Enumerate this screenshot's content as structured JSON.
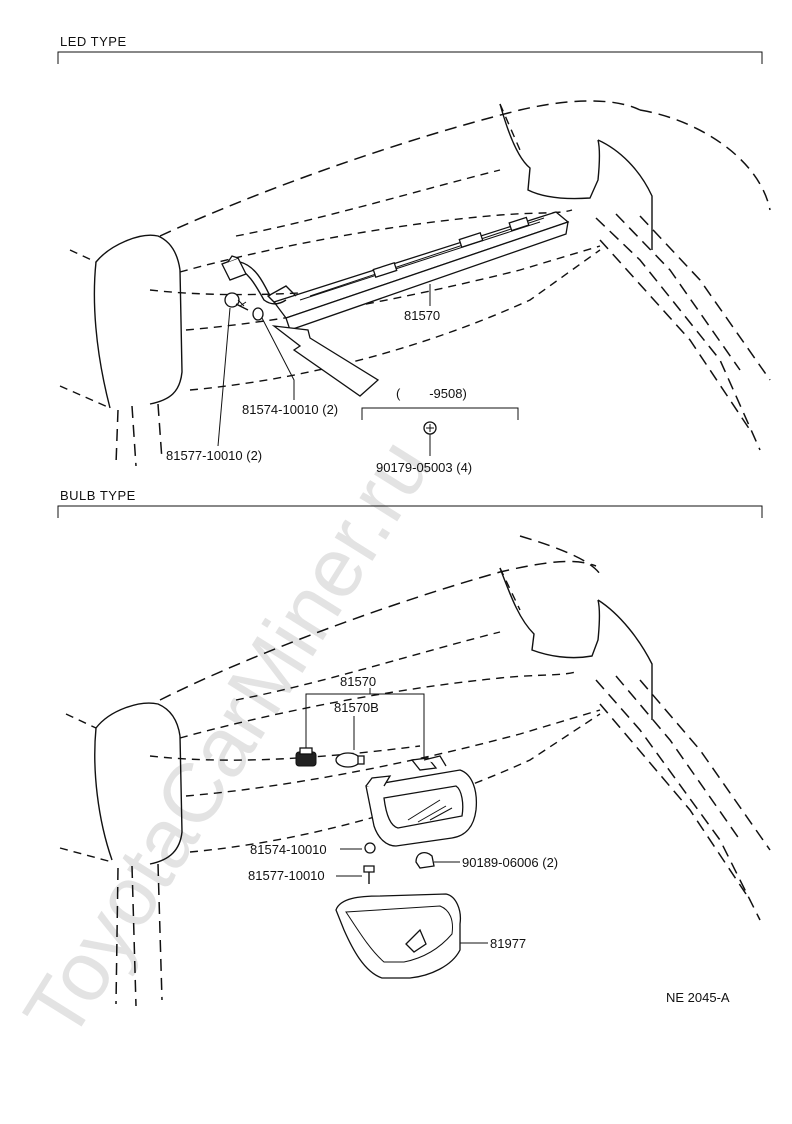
{
  "watermark": "ToyotaCarMiner.ru",
  "sections": {
    "led": {
      "title": "LED TYPE",
      "labels": {
        "lamp": "81570",
        "gasket": "81574-10010 (2)",
        "screw": "81577-10010 (2)",
        "date_range": "(        -9508)",
        "nut": "90179-05003 (4)"
      }
    },
    "bulb": {
      "title": "BULB TYPE",
      "labels": {
        "lamp": "81570",
        "bulb": "81570B",
        "gasket": "81574-10010",
        "screw": "81577-10010",
        "nut": "90189-06006 (2)",
        "cover": "81977"
      }
    }
  },
  "figure_code": "NE 2045-A"
}
